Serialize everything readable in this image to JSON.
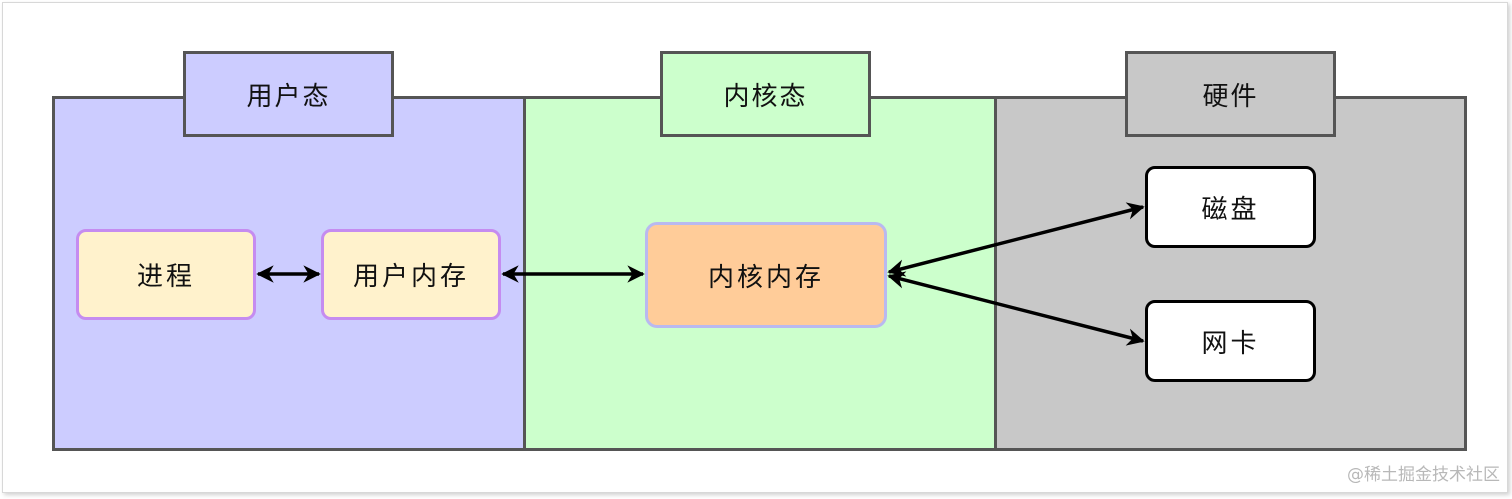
{
  "colors": {
    "user_space": "#ccccff",
    "kernel_space": "#ccffcc",
    "hardware": "#c8c8c8",
    "process_node": "#fff2cc",
    "kernel_node": "#ffcc99",
    "hardware_node": "#ffffff",
    "border": "#555555",
    "arrow": "#000000"
  },
  "regions": {
    "user": {
      "label": "用户态"
    },
    "kernel": {
      "label": "内核态"
    },
    "hardware": {
      "label": "硬件"
    }
  },
  "nodes": {
    "process": "进程",
    "user_memory": "用户内存",
    "kernel_memory": "内核内存",
    "disk": "磁盘",
    "nic": "网卡"
  },
  "watermark": "@稀土掘金技术社区"
}
